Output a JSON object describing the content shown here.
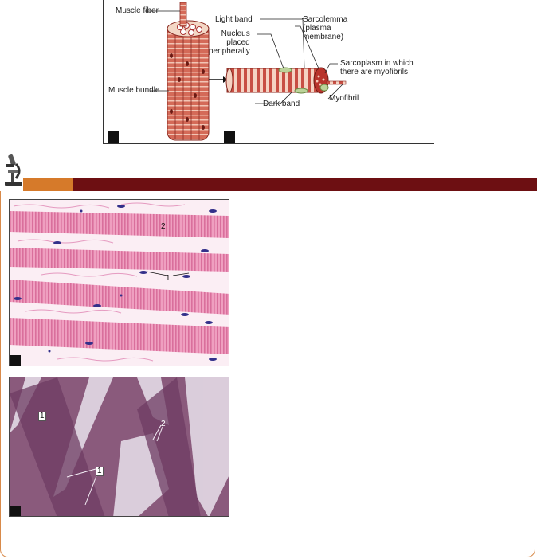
{
  "diagram": {
    "labels": {
      "muscle_fiber": "Muscle fiber",
      "muscle_bundle": "Muscle bundle",
      "light_band": "Light band",
      "nucleus": "Nucleus\nplaced\nperipherally",
      "sarcolemma": "Sarcolemma\n(plasma\nmembrane)",
      "sarcoplasm": "Sarcoplasm in which\nthere are myofibrils",
      "myofibril": "Myofibril",
      "dark_band": "Dark band"
    },
    "colors": {
      "muscle": "#c9574a",
      "muscle_light": "#f3c9b8",
      "nucleus": "#bcd39a"
    }
  },
  "section": {
    "accent_color": "#6d0f12",
    "tab_color": "#d67a2a",
    "icon": "microscope-icon"
  },
  "micrograph_top": {
    "labels": {
      "one": "1",
      "two": "2"
    },
    "colors": {
      "fiber": "#e898b8",
      "nucleus": "#33308a"
    }
  },
  "micrograph_bottom": {
    "labels": {
      "one_a": "1",
      "one_b": "1",
      "two": "2"
    },
    "colors": {
      "base": "#8a5a7c"
    }
  }
}
